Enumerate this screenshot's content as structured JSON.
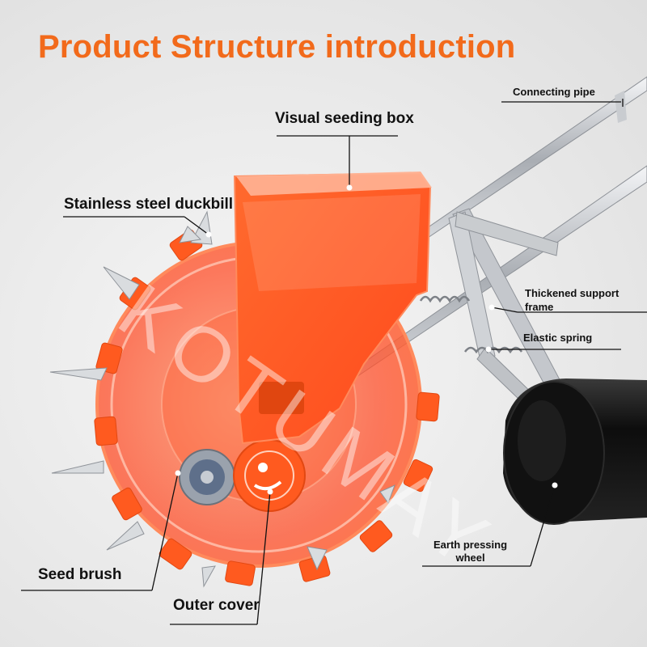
{
  "title": "Product Structure introduction",
  "watermark": "KOTUMAY",
  "labels": {
    "connecting_pipe": "Connecting pipe",
    "visual_seeding_box": "Visual seeding box",
    "stainless_steel_duckbill": "Stainless steel duckbill",
    "thickened_support_frame_line1": "Thickened support",
    "thickened_support_frame_line2": "frame",
    "elastic_spring": "Elastic spring",
    "earth_pressing_wheel_line1": "Earth pressing",
    "earth_pressing_wheel_line2": "wheel",
    "seed_brush": "Seed brush",
    "outer_cover": "Outer cover"
  },
  "colors": {
    "title": "#f26a1b",
    "machine_orange": "#ff5a1f",
    "roller": "#1a1a1a",
    "steel": "#b8bcc2"
  }
}
